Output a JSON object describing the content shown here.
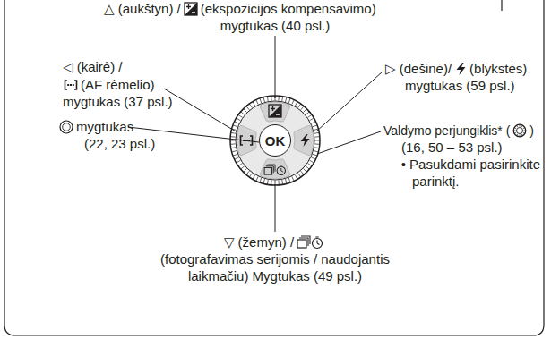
{
  "diagram": {
    "nodes": [
      {
        "text": [
          "OK"
        ]
      }
    ],
    "labels": [
      "△ (aukštyn) /",
      "(ekspozicijos kompensavimo)",
      "mygtukas (40 psl.)",
      "▷ (dešinė)/",
      "(blykstės)",
      "mygtukas (59 psl.)",
      "◁ (kairė) /",
      "(AF rėmelio)",
      "mygtukas (37 psl.)",
      "mygtukas",
      "(22, 23 psl.)",
      "Valdymo perjungiklis* (",
      ")",
      "(16, 50 – 53 psl.)",
      "• Pasukdami pasirinkite",
      "parinktį.",
      "▽ (žemyn) /",
      "(fotografavimas serijomis / naudojantis",
      "laikmačiu) Mygtukas (49 psl.)"
    ]
  }
}
